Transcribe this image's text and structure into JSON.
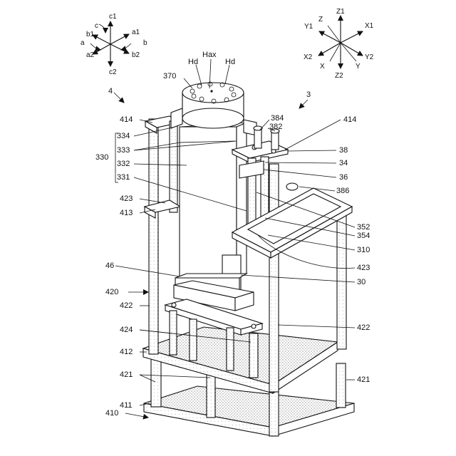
{
  "axes_left": {
    "labels": [
      "c1",
      "c",
      "b1",
      "a1",
      "a",
      "b",
      "a2",
      "b2",
      "c2"
    ]
  },
  "axes_right": {
    "labels": [
      "Z1",
      "Z",
      "Y1",
      "X1",
      "X2",
      "Y2",
      "X",
      "Z2",
      "Y"
    ]
  },
  "callouts": {
    "assembly_4": "4",
    "assembly_3": "3",
    "hax": "Hax",
    "hd_left": "Hd",
    "hd_right": "Hd",
    "r370": "370",
    "r414_left": "414",
    "r414_right": "414",
    "r384": "384",
    "r382": "382",
    "r334": "334",
    "r333": "333",
    "r330": "330",
    "r332": "332",
    "r331": "331",
    "r38": "38",
    "r34": "34",
    "r36": "36",
    "r386": "386",
    "r423_left": "423",
    "r413": "413",
    "r352": "352",
    "r354": "354",
    "r310": "310",
    "r423_right": "423",
    "r46": "46",
    "r30": "30",
    "r420": "420",
    "r422_left": "422",
    "r422_right": "422",
    "r424": "424",
    "r412": "412",
    "r421_left": "421",
    "r421_right": "421",
    "r411": "411",
    "r410": "410"
  }
}
